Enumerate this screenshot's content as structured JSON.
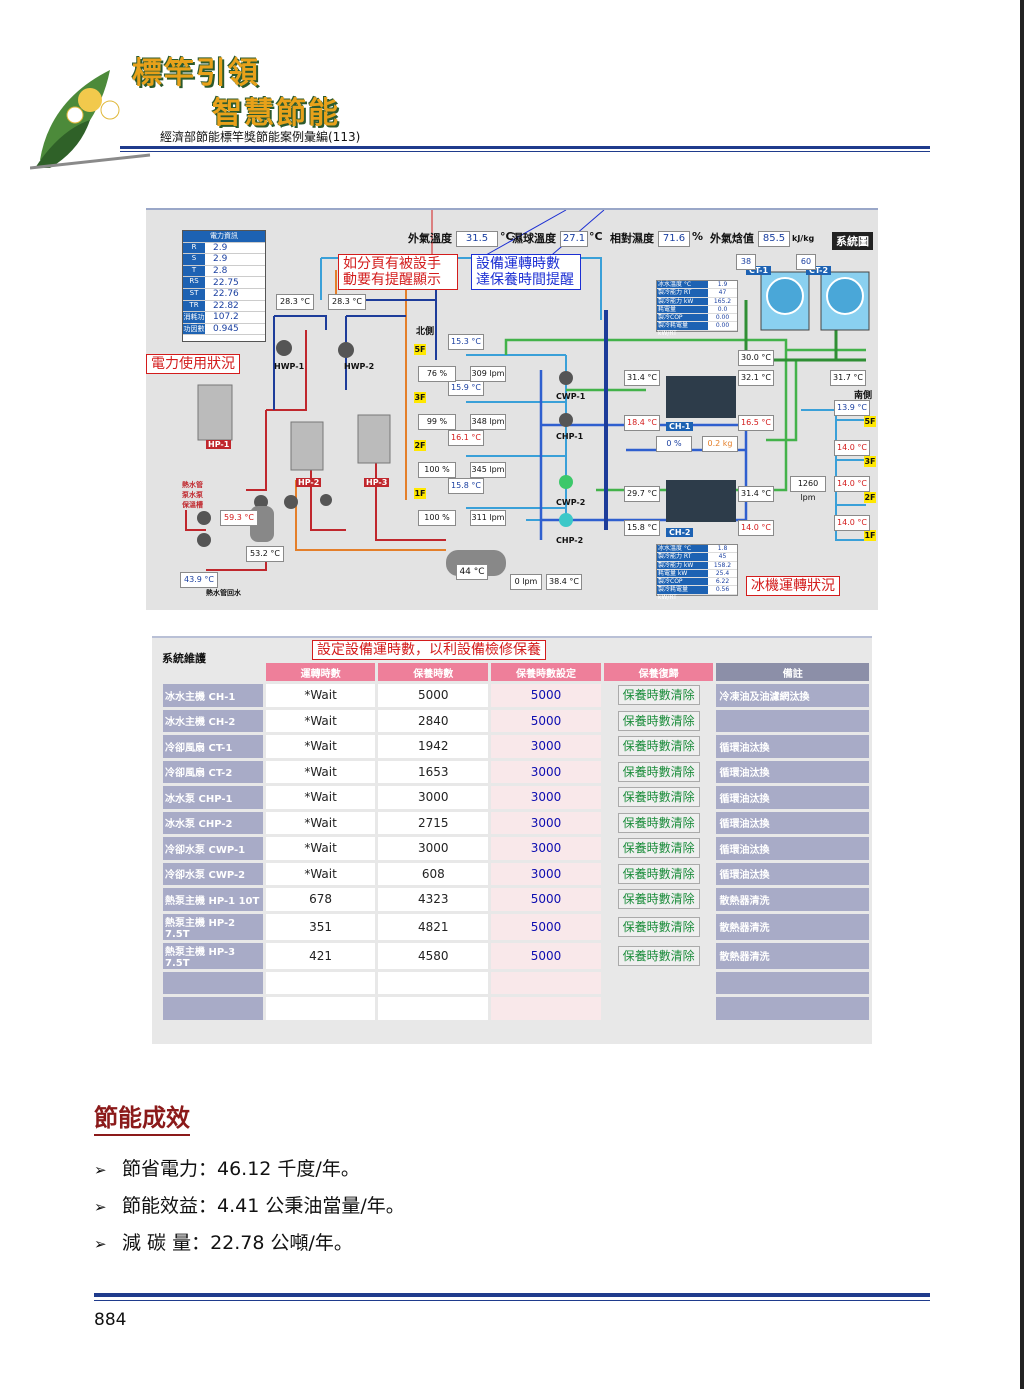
{
  "header": {
    "brand_line1": "標竿引領",
    "brand_line2": "智慧節能",
    "subtitle": "經濟部節能標竿獎節能案例彙編(113)"
  },
  "scada": {
    "top_labels": [
      {
        "label": "外氣溫度",
        "value": "31.5",
        "unit": "°C"
      },
      {
        "label": "濕球溫度",
        "value": "27.1",
        "unit": "°C"
      },
      {
        "label": "相對濕度",
        "value": "71.6",
        "unit": "%"
      },
      {
        "label": "外氣焓值",
        "value": "85.5",
        "unit": "kJ/kg"
      }
    ],
    "system_button": "系統圖",
    "electric": {
      "title": "電力資訊",
      "rows": [
        {
          "k": "R",
          "v": "2.9"
        },
        {
          "k": "S",
          "v": "2.9"
        },
        {
          "k": "T",
          "v": "2.8"
        },
        {
          "k": "RS",
          "v": "22.75"
        },
        {
          "k": "ST",
          "v": "22.76"
        },
        {
          "k": "TR",
          "v": "22.82"
        },
        {
          "k": "消耗功率",
          "v": "107.2"
        },
        {
          "k": "功因數",
          "v": "0.945"
        }
      ]
    },
    "notes": {
      "manual_alarm": "如分頁有被設手\n動要有提醒顯示",
      "run_hours": "設備運轉時數\n達保養時間提醒",
      "power_status": "電力使用狀況",
      "chiller_status": "冰機運轉狀況"
    },
    "pumps": [
      "HWP-1",
      "HWP-2",
      "CWP-1",
      "CHP-1",
      "CWP-2",
      "CHP-2"
    ],
    "heat_pumps": [
      "HP-1",
      "HP-2",
      "HP-3"
    ],
    "chillers": [
      "CH-1",
      "CH-2"
    ],
    "towers": [
      {
        "name": "CT-1",
        "hz": "38"
      },
      {
        "name": "CT-2",
        "hz": "60"
      }
    ],
    "north_label": "北側",
    "south_label": "南側",
    "floors": [
      "5F",
      "3F",
      "2F",
      "1F"
    ],
    "temps": {
      "hwp_a": "28.3 °C",
      "hwp_b": "28.3 °C",
      "n5f": "15.3 °C",
      "n3f": "15.9 °C",
      "n2f": "16.1 °C",
      "n1f": "15.8 °C",
      "ct_out": "30.0 °C",
      "ch1_cw_in": "31.4 °C",
      "ch1_cw_out": "32.1 °C",
      "ch1_chw": "18.4 °C",
      "ch1_chw2": "16.5 °C",
      "ch2_cw": "29.7 °C",
      "ch2_cw_out": "31.4 °C",
      "ch2_chw": "15.8 °C",
      "ch2_chw2": "14.0 °C",
      "south_top": "31.7 °C",
      "s5f": "13.9 °C",
      "s3f": "14.0 °C",
      "s2f": "14.0 °C",
      "s1f": "14.0 °C",
      "hw_59": "59.3 °C",
      "hw_53": "53.2 °C",
      "hw_43": "43.9 °C",
      "tank": "44 °C",
      "tank_out": "38.4 °C"
    },
    "valves_pct": [
      "76 %",
      "99 %",
      "100 %",
      "100 %"
    ],
    "flows": [
      "309 lpm",
      "348 lpm",
      "345 lpm",
      "311 lpm"
    ],
    "misc": {
      "bypass": "0 %",
      "bypass_kg": "0.2 kg",
      "flow_s": "1260 lpm",
      "tank_flow": "0 lpm"
    },
    "ch1_info": [
      [
        "冰水溫度 °C",
        "1.9"
      ],
      [
        "製冷能力 RT",
        "47"
      ],
      [
        "製冷能力 kW",
        "165.2"
      ],
      [
        "耗電量",
        "0.0"
      ],
      [
        "製冷COP",
        "0.00"
      ],
      [
        "製冷耗電量 kW/RT",
        "0.00"
      ]
    ],
    "ch2_info": [
      [
        "冰水溫度 °C",
        "1.8"
      ],
      [
        "製冷能力 RT",
        "45"
      ],
      [
        "製冷能力 kW",
        "158.2"
      ],
      [
        "耗電量 kW",
        "25.4"
      ],
      [
        "製冷COP",
        "6.22"
      ],
      [
        "製冷耗電量 kW/RT",
        "0.56"
      ]
    ],
    "legend_heatpump": "熱水管\n泵水泵\n保溫槽",
    "legend_hot_return": "熱水管回水"
  },
  "maintenance": {
    "title": "系統維護",
    "note": "設定設備運時數，以利設備檢修保養",
    "headers": [
      "運轉時數",
      "保養時數",
      "保養時數設定",
      "保養復歸",
      "備註"
    ],
    "reset_label": "保養時數清除",
    "rows": [
      {
        "name": "冰水主機 CH-1",
        "run": "*Wait",
        "maint": "5000",
        "set": "5000",
        "note": "冷凍油及油濾網汰換"
      },
      {
        "name": "冰水主機 CH-2",
        "run": "*Wait",
        "maint": "2840",
        "set": "5000",
        "note": ""
      },
      {
        "name": "冷卻風扇 CT-1",
        "run": "*Wait",
        "maint": "1942",
        "set": "3000",
        "note": "循環油汰換"
      },
      {
        "name": "冷卻風扇 CT-2",
        "run": "*Wait",
        "maint": "1653",
        "set": "3000",
        "note": "循環油汰換"
      },
      {
        "name": "冰水泵 CHP-1",
        "run": "*Wait",
        "maint": "3000",
        "set": "3000",
        "note": "循環油汰換"
      },
      {
        "name": "冰水泵 CHP-2",
        "run": "*Wait",
        "maint": "2715",
        "set": "3000",
        "note": "循環油汰換"
      },
      {
        "name": "冷卻水泵 CWP-1",
        "run": "*Wait",
        "maint": "3000",
        "set": "3000",
        "note": "循環油汰換"
      },
      {
        "name": "冷卻水泵 CWP-2",
        "run": "*Wait",
        "maint": "608",
        "set": "3000",
        "note": "循環油汰換"
      },
      {
        "name": "熱泵主機 HP-1 10T",
        "run": "678",
        "maint": "4323",
        "set": "5000",
        "note": "散熱器清洗"
      },
      {
        "name": "熱泵主機 HP-2 7.5T",
        "run": "351",
        "maint": "4821",
        "set": "5000",
        "note": "散熱器清洗"
      },
      {
        "name": "熱泵主機 HP-3 7.5T",
        "run": "421",
        "maint": "4580",
        "set": "5000",
        "note": "散熱器清洗"
      }
    ]
  },
  "results": {
    "title": "節能成效",
    "items": [
      "節省電力：46.12 千度/年。",
      "節能效益：4.41 公秉油當量/年。",
      "減 碳 量：22.78 公噸/年。"
    ]
  },
  "page_number": "884",
  "colors": {
    "accent_blue": "#1f3b8c",
    "title_red": "#8b1a1a",
    "note_red": "#d31c1c",
    "note_blue": "#1c2fd3",
    "header_pink": "#ee7f9a",
    "row_gray": "#a8abc7"
  }
}
